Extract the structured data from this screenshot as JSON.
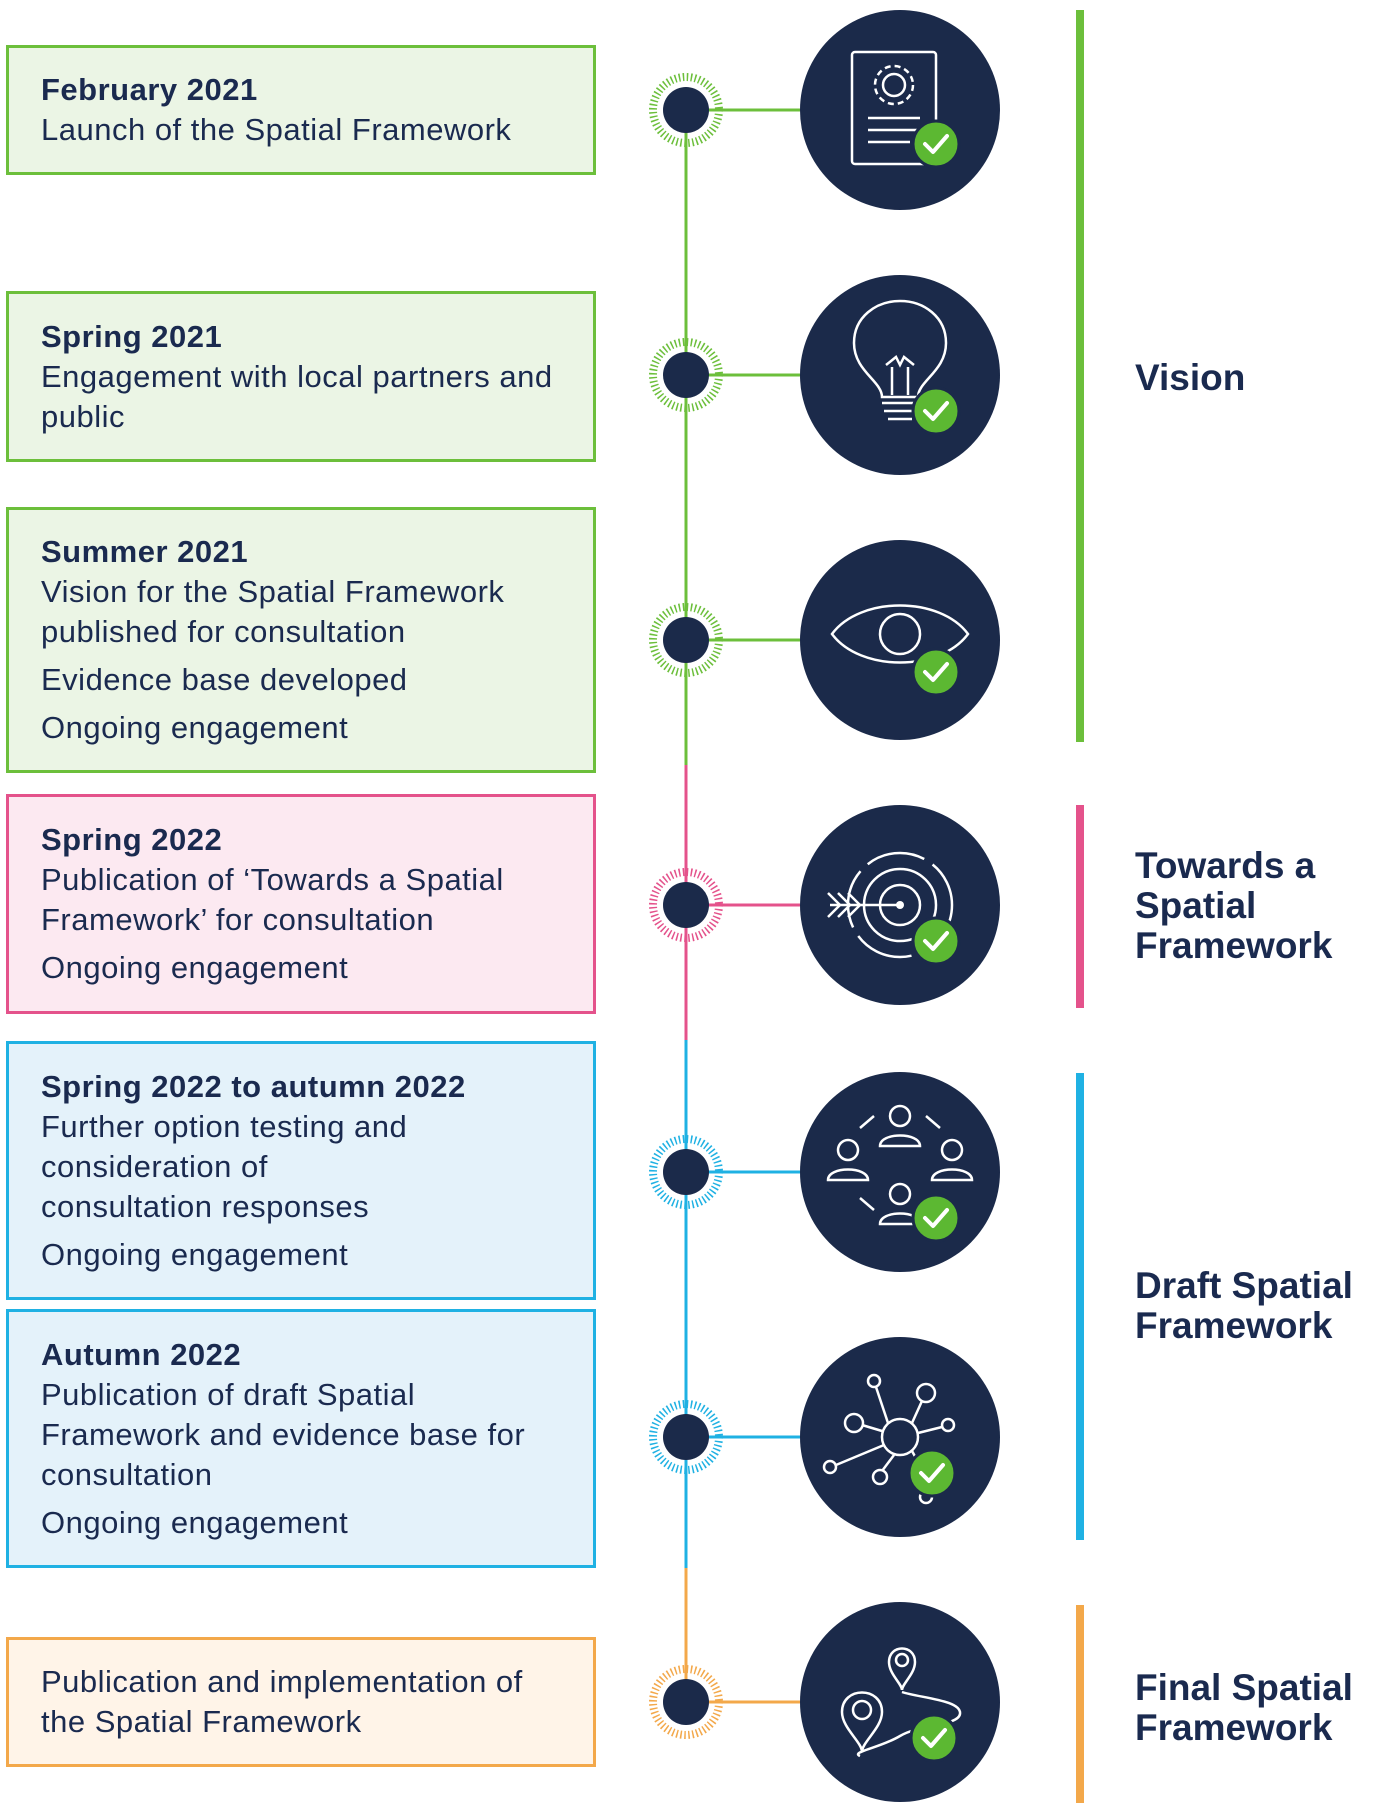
{
  "colors": {
    "navy": "#1b2a4a",
    "green": "#6cbf3b",
    "pink": "#e4528b",
    "blue": "#1fb1e3",
    "orange": "#f3a84a",
    "check": "#5cb832"
  },
  "milestones": [
    {
      "title": "February 2021",
      "lines": [
        "Launch of the Spatial Framework"
      ],
      "color": "green",
      "icon": "document-gear-icon"
    },
    {
      "title": "Spring 2021",
      "lines": [
        "Engagement with local partners and public"
      ],
      "color": "green",
      "icon": "lightbulb-icon"
    },
    {
      "title": "Summer 2021",
      "lines": [
        "Vision for the Spatial Framework published for consultation",
        "Evidence base developed",
        "Ongoing engagement"
      ],
      "color": "green",
      "icon": "eye-icon"
    },
    {
      "title": "Spring 2022",
      "lines": [
        "Publication of ‘Towards a Spatial Framework’ for consultation",
        "Ongoing engagement"
      ],
      "color": "pink",
      "icon": "target-arrow-icon"
    },
    {
      "title": "Spring 2022 to autumn 2022",
      "lines": [
        "Further option testing and consideration of consultation responses",
        "Ongoing engagement"
      ],
      "color": "blue",
      "icon": "people-circle-icon"
    },
    {
      "title": "Autumn 2022",
      "lines": [
        "Publication of draft Spatial Framework and evidence base for consultation",
        "Ongoing engagement"
      ],
      "color": "blue",
      "icon": "network-icon"
    },
    {
      "title": "",
      "lines": [
        "Publication and implementation of the Spatial Framework"
      ],
      "color": "orange",
      "icon": "map-pins-icon"
    }
  ],
  "phases": [
    {
      "label": "Vision",
      "color": "green"
    },
    {
      "label": "Towards a Spatial Framework",
      "color": "pink"
    },
    {
      "label": "Draft Spatial Framework",
      "color": "blue"
    },
    {
      "label": "Final Spatial Framework",
      "color": "orange"
    }
  ]
}
